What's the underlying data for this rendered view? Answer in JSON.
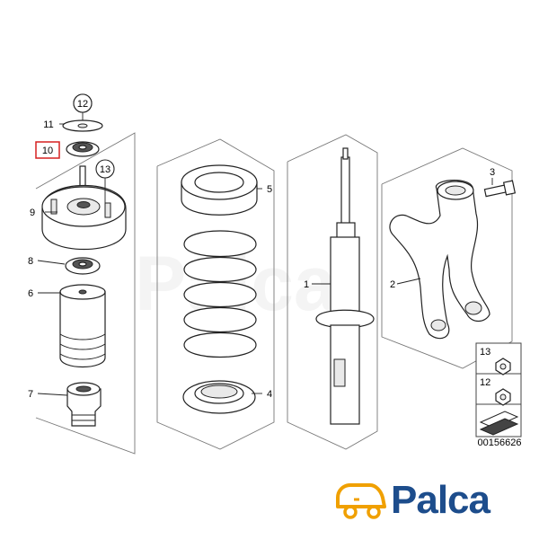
{
  "callouts": {
    "p1": "1",
    "p2": "2",
    "p3": "3",
    "p4": "4",
    "p5": "5",
    "p6": "6",
    "p7": "7",
    "p8": "8",
    "p9": "9",
    "p10": "10",
    "p11": "11",
    "p12": "12",
    "p13": "13"
  },
  "highlighted_part": "10",
  "legend": {
    "item_a": "13",
    "item_b": "12"
  },
  "diagram_number": "00156626",
  "brand": {
    "name": "Palca",
    "text_color": "#1d4d8c",
    "car_color": "#f0a000"
  },
  "colors": {
    "highlight": "#d62020",
    "line": "#222222"
  }
}
